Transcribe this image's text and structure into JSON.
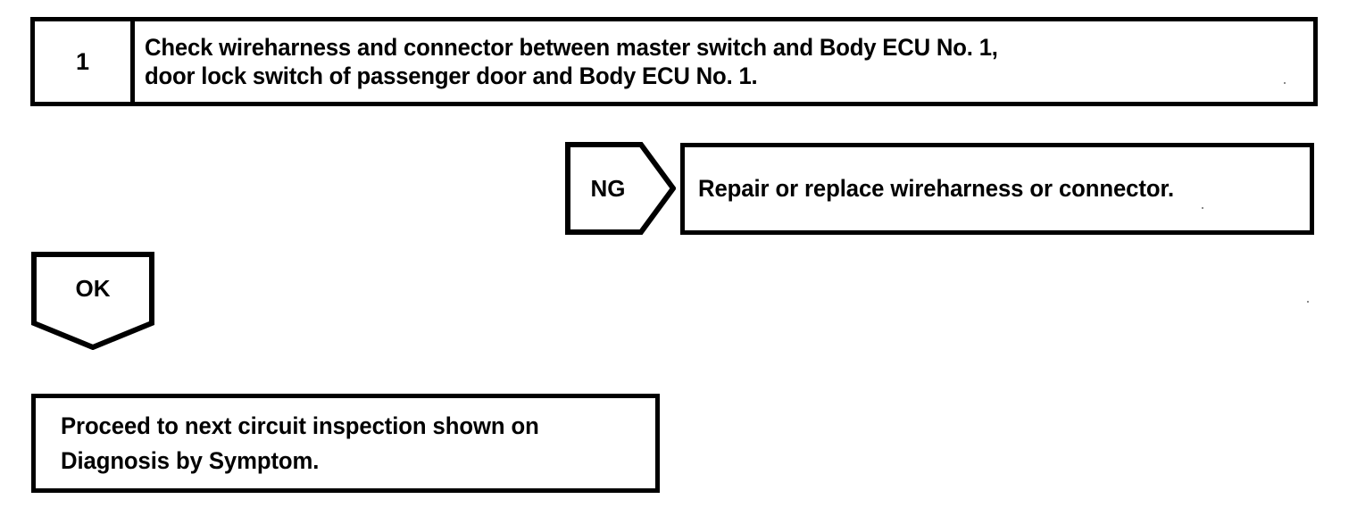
{
  "diagram": {
    "type": "troubleshooting-flowchart",
    "title": "",
    "step": {
      "number": "1",
      "instruction": "Check wireharness and connector between master switch and Body ECU No. 1,\ndoor lock switch of passenger door and Body ECU No. 1."
    },
    "branches": [
      {
        "label": "NG",
        "direction": "right",
        "result_box": "Repair or replace wireharness or connector."
      },
      {
        "label": "OK",
        "direction": "down",
        "result_box": "Proceed to next circuit inspection shown on\nDiagnosis by Symptom."
      }
    ],
    "ng_label": "NG",
    "ng_result": "Repair or replace wireharness or connector.",
    "ok_label": "OK",
    "ok_result": "Proceed to next circuit inspection shown on\nDiagnosis by Symptom.",
    "colors": {
      "ink": "#000000",
      "paper": "#ffffff"
    }
  }
}
